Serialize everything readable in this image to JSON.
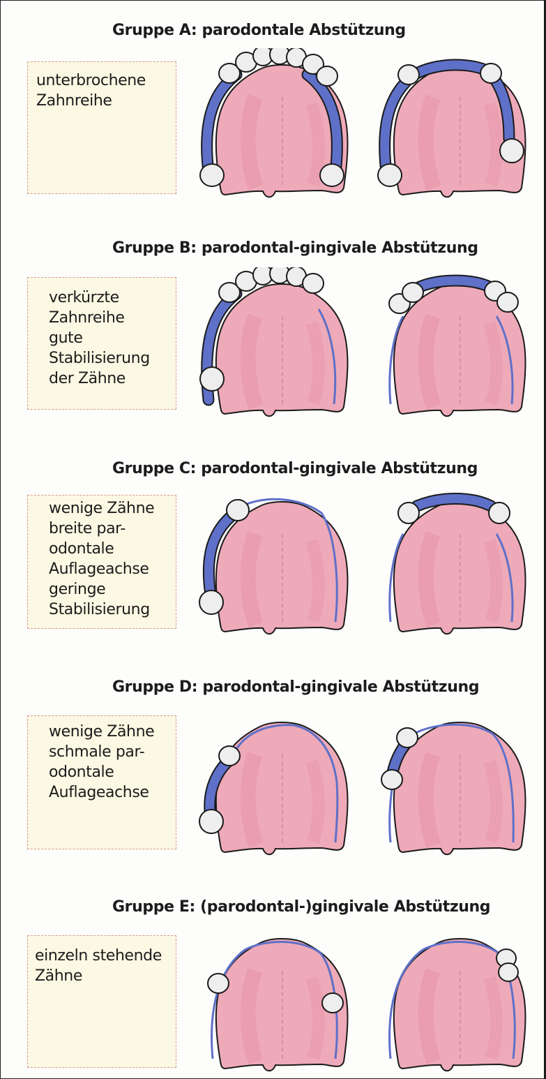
{
  "groups": [
    {
      "title": "Gruppe A: parodontale Abstützung",
      "note": [
        "unterbrochene",
        "Zahnreihe"
      ]
    },
    {
      "title": "Gruppe B: parodontal-gingivale Abstützung",
      "note": [
        "verkürzte",
        "Zahnreihe",
        "gute",
        "Stabilisierung",
        "der Zähne"
      ]
    },
    {
      "title": "Gruppe C: parodontal-gingivale Abstützung",
      "note": [
        "wenige Zähne",
        "breite par-",
        "odontale",
        "Auflageachse",
        "geringe",
        "Stabilisierung"
      ]
    },
    {
      "title": "Gruppe D: parodontal-gingivale Abstützung",
      "note": [
        "wenige Zähne",
        "schmale par-",
        "odontale",
        "Auflageachse"
      ]
    },
    {
      "title": "Gruppe E: (parodontal-)gingivale Abstützung",
      "note": [
        "einzeln stehende",
        "Zähne"
      ]
    }
  ],
  "colors": {
    "palate": "#eeaab8",
    "palate_dark": "#e58ea2",
    "outline": "#1a1a1a",
    "saddle_blue": "#5e70c8",
    "tooth": "#eeeeee",
    "note_background": "#fbf8e3",
    "note_border": "#d99a8e"
  }
}
